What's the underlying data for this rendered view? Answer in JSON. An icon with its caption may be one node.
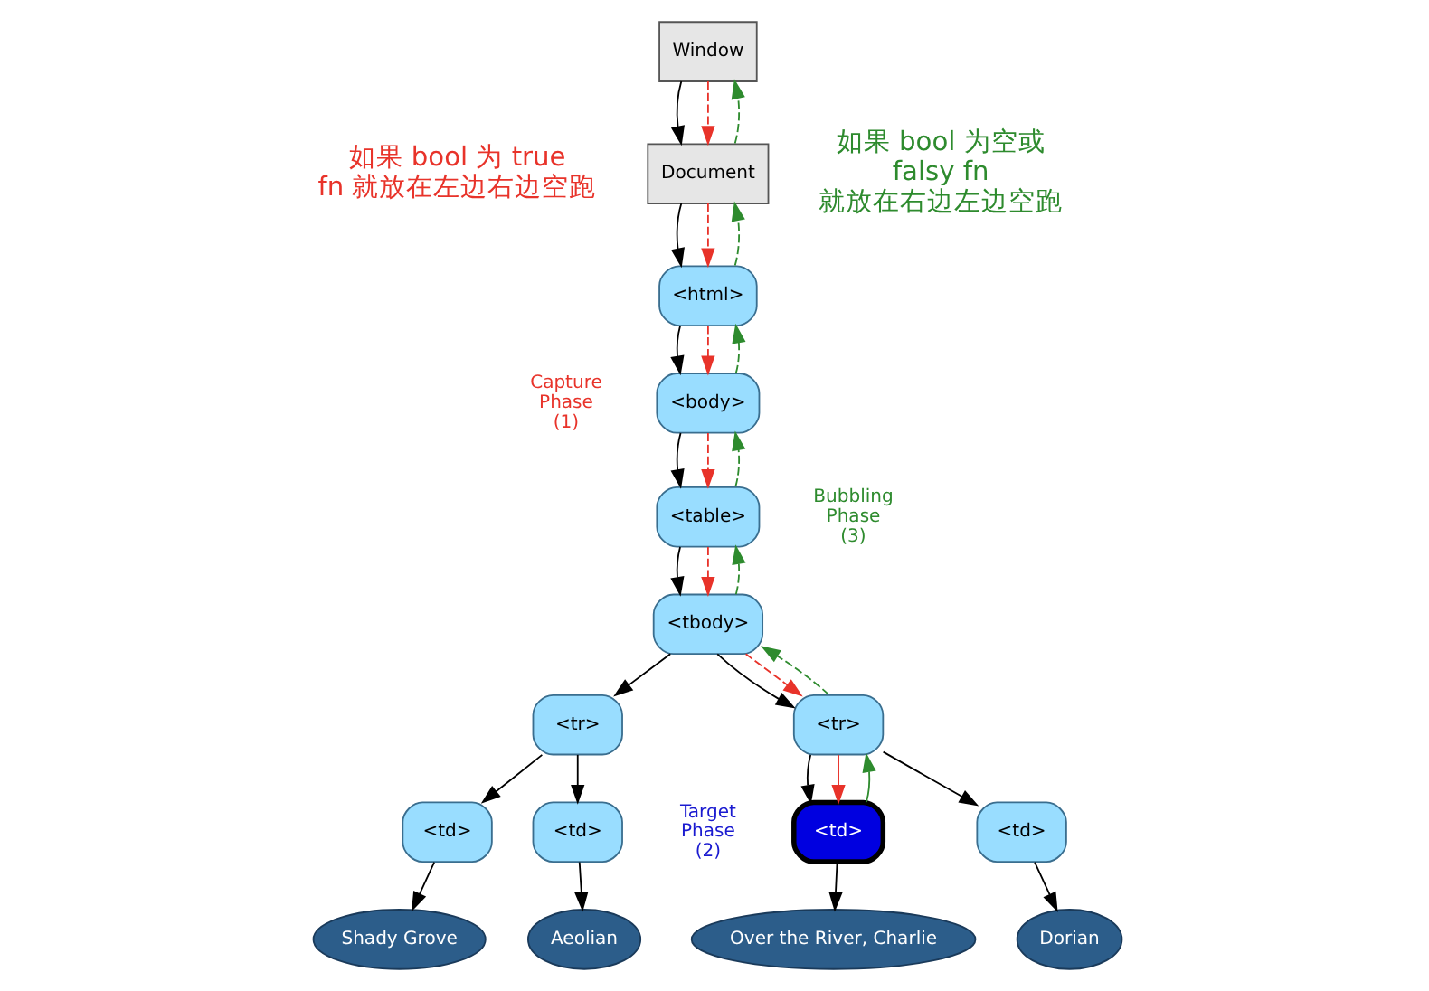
{
  "diagram": {
    "nodes": [
      {
        "text": [
          "Window"
        ]
      },
      {
        "text": [
          "Document"
        ]
      },
      {
        "text": [
          "<html>"
        ]
      },
      {
        "text": [
          "<body>"
        ]
      },
      {
        "text": [
          "<table>"
        ]
      },
      {
        "text": [
          "<tbody>"
        ]
      },
      {
        "text": [
          "<tr>"
        ]
      },
      {
        "text": [
          "<tr>"
        ]
      },
      {
        "text": [
          "<td>"
        ]
      },
      {
        "text": [
          "<td>"
        ]
      },
      {
        "text": [
          "<td>"
        ]
      },
      {
        "text": [
          "<td>"
        ]
      },
      {
        "text": [
          "Shady Grove"
        ]
      },
      {
        "text": [
          "Aeolian"
        ]
      },
      {
        "text": [
          "Over the River, Charlie"
        ]
      },
      {
        "text": [
          "Dorian"
        ]
      }
    ],
    "edges": [
      {
        "from": 0,
        "to": 1,
        "arrow": "to"
      },
      {
        "from": 1,
        "to": 2,
        "arrow": "to"
      },
      {
        "from": 2,
        "to": 3,
        "arrow": "to"
      },
      {
        "from": 3,
        "to": 4,
        "arrow": "to"
      },
      {
        "from": 4,
        "to": 5,
        "arrow": "to"
      },
      {
        "from": 5,
        "to": 6,
        "arrow": "to"
      },
      {
        "from": 5,
        "to": 7,
        "arrow": "to"
      },
      {
        "from": 6,
        "to": 8,
        "arrow": "to"
      },
      {
        "from": 6,
        "to": 9,
        "arrow": "to"
      },
      {
        "from": 7,
        "to": 10,
        "arrow": "to"
      },
      {
        "from": 7,
        "to": 11,
        "arrow": "to"
      },
      {
        "from": 8,
        "to": 12,
        "arrow": "to"
      },
      {
        "from": 9,
        "to": 13,
        "arrow": "to"
      },
      {
        "from": 10,
        "to": 14,
        "arrow": "to"
      },
      {
        "from": 11,
        "to": 15,
        "arrow": "to"
      },
      {
        "from": 0,
        "to": 1,
        "arrow": "to",
        "style": "dashed",
        "color": "#e8332a"
      },
      {
        "from": 1,
        "to": 2,
        "arrow": "to",
        "style": "dashed",
        "color": "#e8332a"
      },
      {
        "from": 2,
        "to": 3,
        "arrow": "to",
        "style": "dashed",
        "color": "#e8332a"
      },
      {
        "from": 3,
        "to": 4,
        "arrow": "to",
        "style": "dashed",
        "color": "#e8332a"
      },
      {
        "from": 4,
        "to": 5,
        "arrow": "to",
        "style": "dashed",
        "color": "#e8332a"
      },
      {
        "from": 5,
        "to": 7,
        "arrow": "to",
        "style": "dashed",
        "color": "#e8332a"
      },
      {
        "from": 7,
        "to": 10,
        "arrow": "to",
        "color": "#e8332a"
      },
      {
        "from": 10,
        "to": 7,
        "arrow": "to",
        "color": "#2e8b2e"
      },
      {
        "from": 7,
        "to": 5,
        "arrow": "to",
        "style": "dashed",
        "color": "#2e8b2e"
      },
      {
        "from": 5,
        "to": 4,
        "arrow": "to",
        "style": "dashed",
        "color": "#2e8b2e"
      },
      {
        "from": 4,
        "to": 3,
        "arrow": "to",
        "style": "dashed",
        "color": "#2e8b2e"
      },
      {
        "from": 3,
        "to": 2,
        "arrow": "to",
        "style": "dashed",
        "color": "#2e8b2e"
      },
      {
        "from": 2,
        "to": 1,
        "arrow": "to",
        "style": "dashed",
        "color": "#2e8b2e"
      },
      {
        "from": 1,
        "to": 0,
        "arrow": "to",
        "style": "dashed",
        "color": "#2e8b2e"
      }
    ],
    "labels": [
      "如果 bool 为 true fn 就放在左边右边空跑",
      "如果 bool 为空或 falsy fn 就放在右边左边空跑",
      "Capture Phase (1)",
      "Bubbling Phase (3)",
      "Target Phase (2)"
    ]
  }
}
